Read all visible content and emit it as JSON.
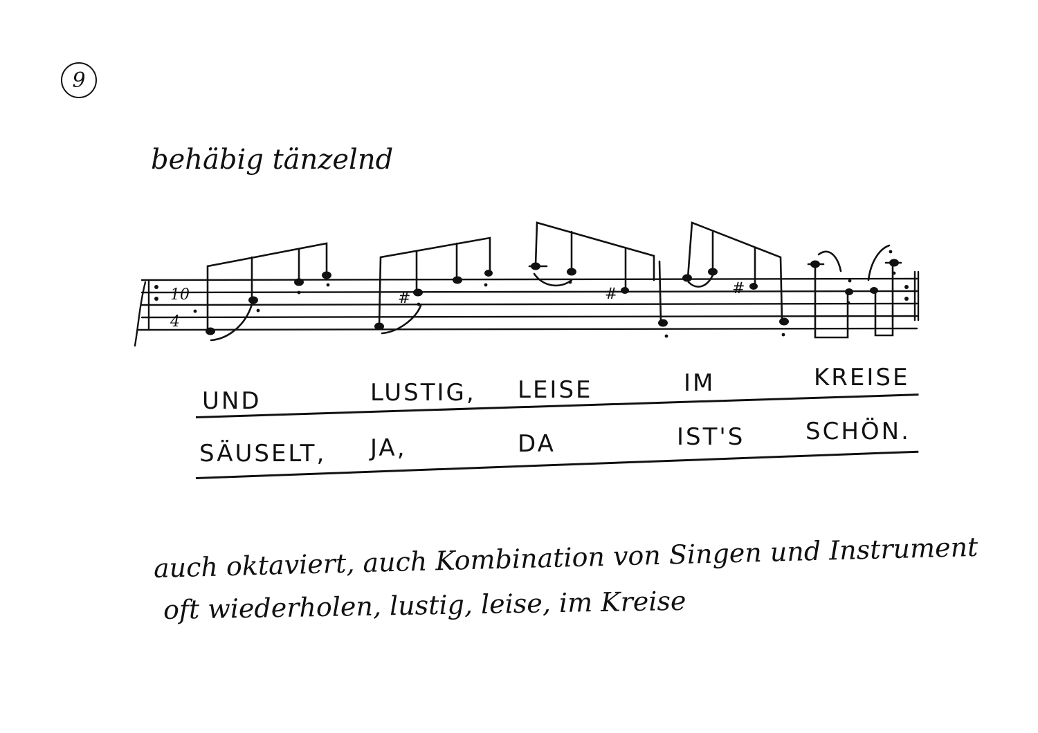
{
  "page": {
    "number": "9",
    "tempo": "behäbig tänzelnd"
  },
  "score": {
    "time_signature": {
      "top": "10",
      "bottom": "4"
    }
  },
  "lyrics": {
    "line1": [
      "UND",
      "LUSTIG,",
      "LEISE",
      "IM",
      "KREISE"
    ],
    "line2": [
      "SÄUSELT,",
      "JA,",
      "DA",
      "IST'S",
      "SCHÖN."
    ]
  },
  "notes": {
    "line1": "auch oktaviert, auch Kombination von Singen und Instrument",
    "line2": "oft wiederholen, lustig, leise, im Kreise"
  }
}
